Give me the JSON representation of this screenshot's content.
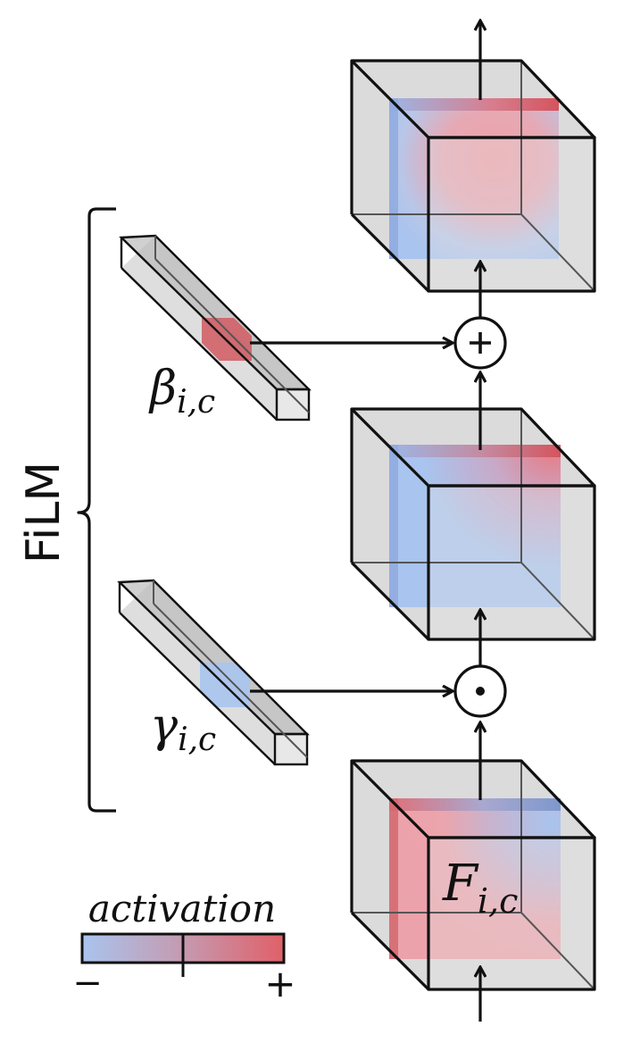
{
  "labels": {
    "film": "FiLM",
    "beta": {
      "symbol": "β",
      "subscript": "i,c"
    },
    "gamma": {
      "symbol": "γ",
      "subscript": "i,c"
    },
    "feature": {
      "symbol": "F",
      "subscript": "i,c"
    }
  },
  "operators": {
    "add": "+",
    "multiply": "⊙"
  },
  "legend": {
    "title": "activation",
    "min_label": "−",
    "max_label": "+"
  },
  "colors": {
    "negative": "#a9c4ee",
    "positive": "#e06068",
    "box_fill": "#b8b8b8",
    "stroke": "#111111"
  }
}
